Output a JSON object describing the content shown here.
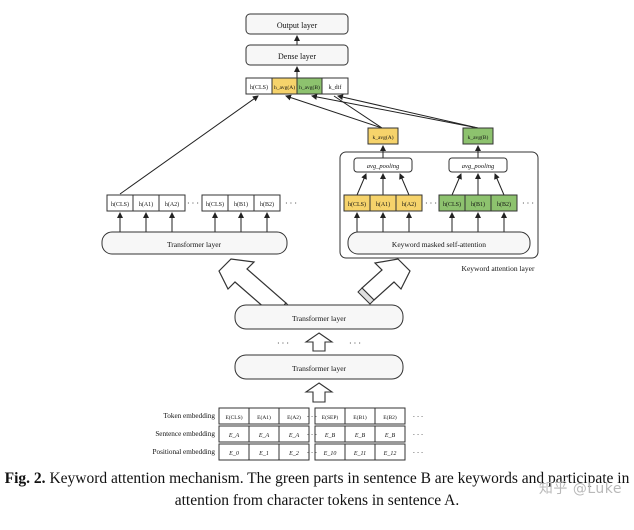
{
  "diagram": {
    "output_layer": "Output layer",
    "dense_layer": "Dense layer",
    "top_row": [
      "h(CLS)",
      "h_avg(A)",
      "h_avg(B)",
      "k_dif"
    ],
    "left_hidden": [
      "h(CLS)",
      "h(A1)",
      "h(A2)",
      "h(CLS)",
      "h(B1)",
      "h(B2)"
    ],
    "right_hidden": [
      "h(CLS)",
      "h(A1)",
      "h(A2)",
      "h(CLS)",
      "h(B1)",
      "h(B2)"
    ],
    "avg_pooling": "avg_pooling",
    "kavg_a": "k_avg(A)",
    "kavg_b": "k_avg(B)",
    "transformer": "Transformer layer",
    "keyword_masked": "Keyword masked self-attention",
    "keyword_attention_layer": "Keyword attention layer",
    "ellipsis": "· · ·",
    "embedding_labels": [
      "Token embedding",
      "Sentence embedding",
      "Positional embedding"
    ],
    "tokens": [
      "E(CLS)",
      "E(A1)",
      "E(A2)",
      "E(SEP)",
      "E(B1)",
      "E(B2)"
    ],
    "sentence": [
      "E_A",
      "E_A",
      "E_A",
      "E_B",
      "E_B",
      "E_B"
    ],
    "positional": [
      "E_0",
      "E_1",
      "E_2",
      "E_10",
      "E_11",
      "E_12"
    ],
    "colors": {
      "yellow": "#f6d36b",
      "green": "#8dc26e",
      "box_fill": "#f7f7f7",
      "stroke": "#333333"
    }
  },
  "caption": {
    "label": "Fig. 2.",
    "text": "Keyword attention mechanism. The green parts in sentence B are keywords and participate in attention from character tokens in sentence A."
  },
  "watermark": "知乎 @Luke"
}
